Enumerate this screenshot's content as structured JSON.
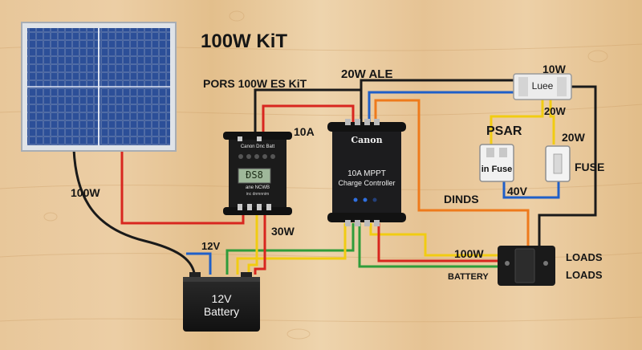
{
  "title": "100W KiT",
  "labels": {
    "kit_name": "PORS 100W ES KiT",
    "label_20w_ale": "20W ALE",
    "label_10w_top": "10W",
    "label_20w_a": "20W",
    "label_psar": "PSAR",
    "label_20w_b": "20W",
    "label_fuse": "FUSE",
    "label_40v": "40V",
    "label_dinds": "DINDS",
    "label_10a": "10A",
    "label_100w_left": "100W",
    "label_30w": "30W",
    "label_12v": "12V",
    "label_100w_right": "100W",
    "label_battery_small": "BATTERY",
    "label_loads_1": "LOADS",
    "label_loads_2": "LOADS"
  },
  "devices": {
    "small_controller": {
      "brand": "Canon",
      "line1": "Canon Dnc Batt",
      "display": "ÐS8",
      "line2": "ane NCWB",
      "line3": "inc dnmnnim"
    },
    "mppt": {
      "brand": "Canon",
      "line1": "10A MPPT",
      "line2": "Charge Controller"
    },
    "battery": {
      "line1": "12V",
      "line2": "Battery"
    },
    "luee_box": {
      "label": "Luee"
    },
    "fuse_block": {
      "label": "in Fuse"
    }
  },
  "colors": {
    "red": "#d8261f",
    "black": "#1a1a1a",
    "blue": "#1f5fc8",
    "yellow": "#f1cc12",
    "green": "#2f9c3a",
    "orange": "#ee7a1c",
    "wood": "#e8c79a"
  }
}
